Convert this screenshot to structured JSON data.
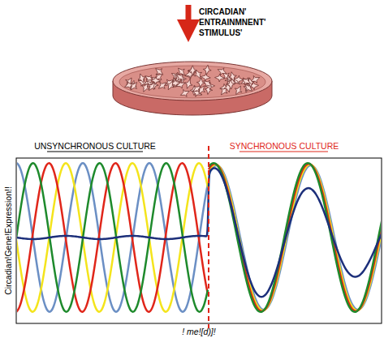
{
  "diagram": {
    "labels": [
      "CIRCADIAN' ENTRAINMNENT' STIMULUS'",
      "UNSYNCHRONOUS CULTURE",
      "SYNCHRONOUS CULTURE",
      "Circadian!Gene!Expression!!",
      "! me![d)]!"
    ]
  }
}
